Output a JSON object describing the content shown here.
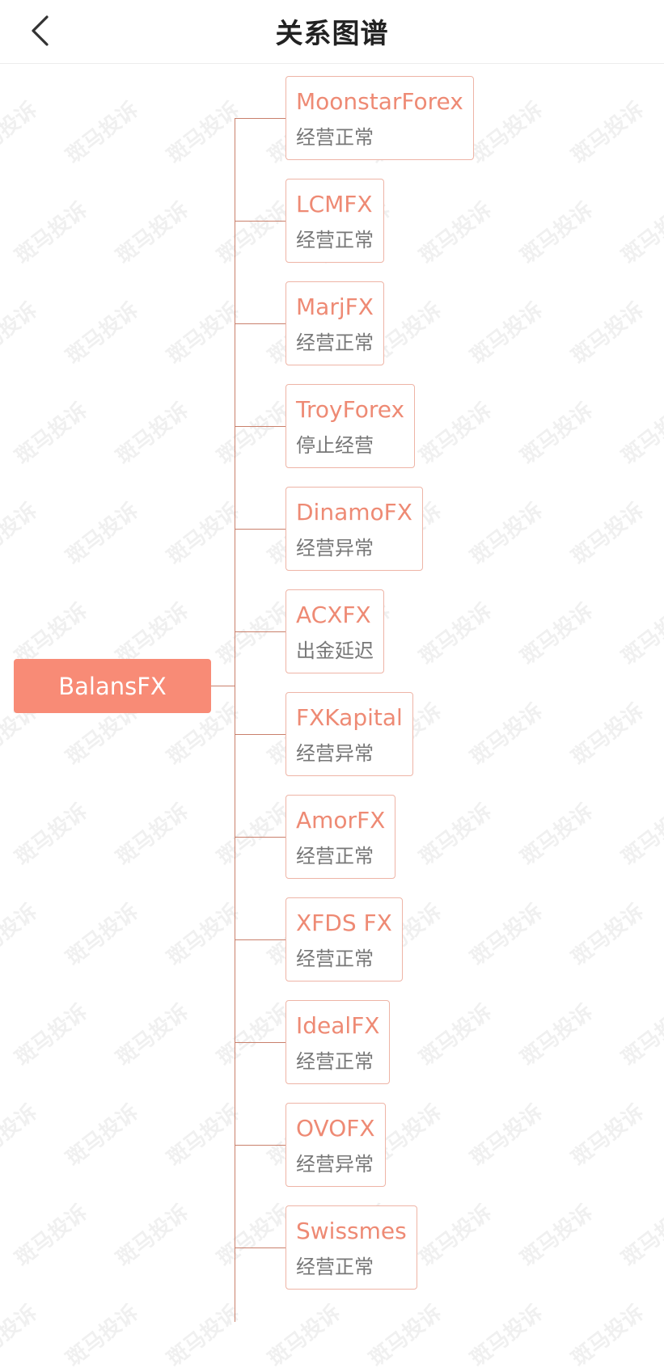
{
  "header": {
    "title": "关系图谱"
  },
  "watermark": {
    "text": "斑马投诉"
  },
  "tree": {
    "root": "BalansFX",
    "children": [
      {
        "name": "MoonstarForex",
        "status": "经营正常"
      },
      {
        "name": "LCMFX",
        "status": "经营正常"
      },
      {
        "name": "MarjFX",
        "status": "经营正常"
      },
      {
        "name": "TroyForex",
        "status": "停止经营"
      },
      {
        "name": "DinamoFX",
        "status": "经营异常"
      },
      {
        "name": "ACXFX",
        "status": "出金延迟"
      },
      {
        "name": "FXKapital",
        "status": "经营异常"
      },
      {
        "name": "AmorFX",
        "status": "经营正常"
      },
      {
        "name": "XFDS FX",
        "status": "经营正常"
      },
      {
        "name": "IdealFX",
        "status": "经营正常"
      },
      {
        "name": "OVOFX",
        "status": "经营异常"
      },
      {
        "name": "Swissmes",
        "status": "经营正常"
      }
    ]
  },
  "colors": {
    "root_bg": "#f88b76",
    "node_text": "#ee8a74",
    "node_border": "#eeb4a6",
    "connector": "#c9806c",
    "status_text": "#777777"
  },
  "icons": {
    "back": "chevron-left-icon"
  }
}
